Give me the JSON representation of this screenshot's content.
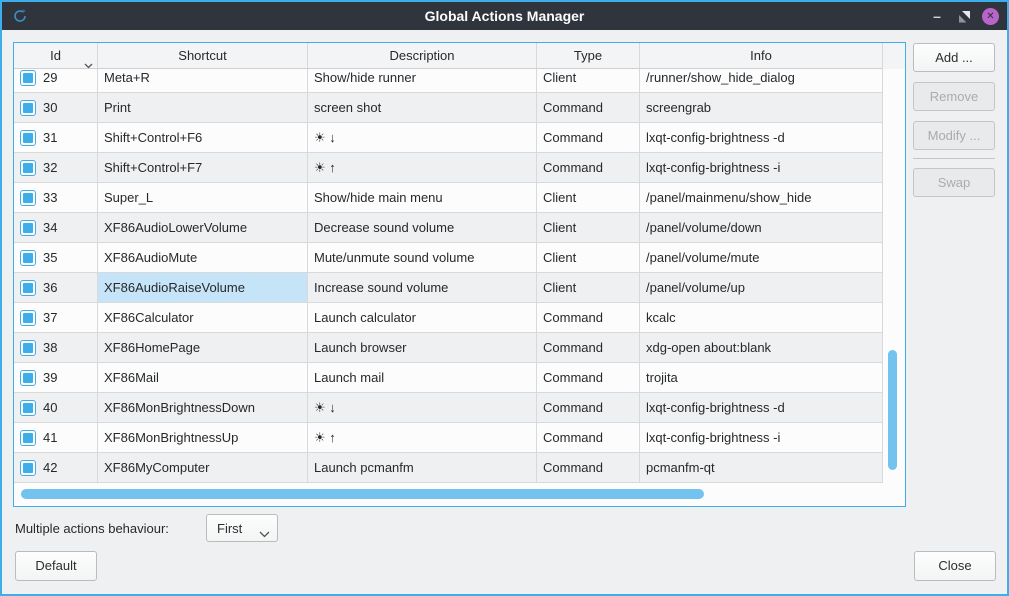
{
  "window": {
    "title": "Global Actions Manager",
    "controls": {
      "minimize": "–",
      "close": "✕"
    }
  },
  "icons": {
    "app_icon": "circular-arrows",
    "minimize": "dash",
    "restore": "diagonal-triangles",
    "close": "cross-in-circle",
    "sort_indicator": "chevron-down",
    "combo_chevron": "chevron-down",
    "brightness": "sun"
  },
  "colors": {
    "accent": "#3daee9",
    "titlebar": "#30343d",
    "close_button": "#b964c9",
    "scrollbar_thumb": "#74c2ee",
    "selected_cell": "#c5e4f7",
    "alt_row": "#eef0f1"
  },
  "table": {
    "columns": [
      "Id",
      "Shortcut",
      "Description",
      "Type",
      "Info"
    ],
    "sorted_column": "Id",
    "rows": [
      {
        "id": "29",
        "shortcut": "Meta+R",
        "description": "Show/hide runner",
        "type": "Client",
        "info": "/runner/show_hide_dialog",
        "checked": true,
        "partial": true
      },
      {
        "id": "30",
        "shortcut": "Print",
        "description": "screen shot",
        "type": "Command",
        "info": "screengrab",
        "checked": true
      },
      {
        "id": "31",
        "shortcut": "Shift+Control+F6",
        "description": "☀ ↓",
        "type": "Command",
        "info": "lxqt-config-brightness -d",
        "checked": true
      },
      {
        "id": "32",
        "shortcut": "Shift+Control+F7",
        "description": "☀ ↑",
        "type": "Command",
        "info": "lxqt-config-brightness -i",
        "checked": true
      },
      {
        "id": "33",
        "shortcut": "Super_L",
        "description": "Show/hide main menu",
        "type": "Client",
        "info": "/panel/mainmenu/show_hide",
        "checked": true
      },
      {
        "id": "34",
        "shortcut": "XF86AudioLowerVolume",
        "description": "Decrease sound volume",
        "type": "Client",
        "info": "/panel/volume/down",
        "checked": true
      },
      {
        "id": "35",
        "shortcut": "XF86AudioMute",
        "description": "Mute/unmute sound volume",
        "type": "Client",
        "info": "/panel/volume/mute",
        "checked": true
      },
      {
        "id": "36",
        "shortcut": "XF86AudioRaiseVolume",
        "description": "Increase sound volume",
        "type": "Client",
        "info": "/panel/volume/up",
        "checked": true,
        "selected_cell": "shortcut"
      },
      {
        "id": "37",
        "shortcut": "XF86Calculator",
        "description": "Launch calculator",
        "type": "Command",
        "info": "kcalc",
        "checked": true
      },
      {
        "id": "38",
        "shortcut": "XF86HomePage",
        "description": "Launch browser",
        "type": "Command",
        "info": "xdg-open about:blank",
        "checked": true
      },
      {
        "id": "39",
        "shortcut": "XF86Mail",
        "description": "Launch mail",
        "type": "Command",
        "info": "trojita",
        "checked": true
      },
      {
        "id": "40",
        "shortcut": "XF86MonBrightnessDown",
        "description": "☀ ↓",
        "type": "Command",
        "info": "lxqt-config-brightness -d",
        "checked": true
      },
      {
        "id": "41",
        "shortcut": "XF86MonBrightnessUp",
        "description": "☀ ↑",
        "type": "Command",
        "info": "lxqt-config-brightness -i",
        "checked": true
      },
      {
        "id": "42",
        "shortcut": "XF86MyComputer",
        "description": "Launch pcmanfm",
        "type": "Command",
        "info": "pcmanfm-qt",
        "checked": true
      }
    ]
  },
  "side_buttons": {
    "add": "Add ...",
    "remove": "Remove",
    "modify": "Modify ...",
    "swap": "Swap"
  },
  "footer": {
    "behaviour_label": "Multiple actions behaviour:",
    "behaviour_value": "First",
    "default_button": "Default",
    "close_button": "Close"
  }
}
